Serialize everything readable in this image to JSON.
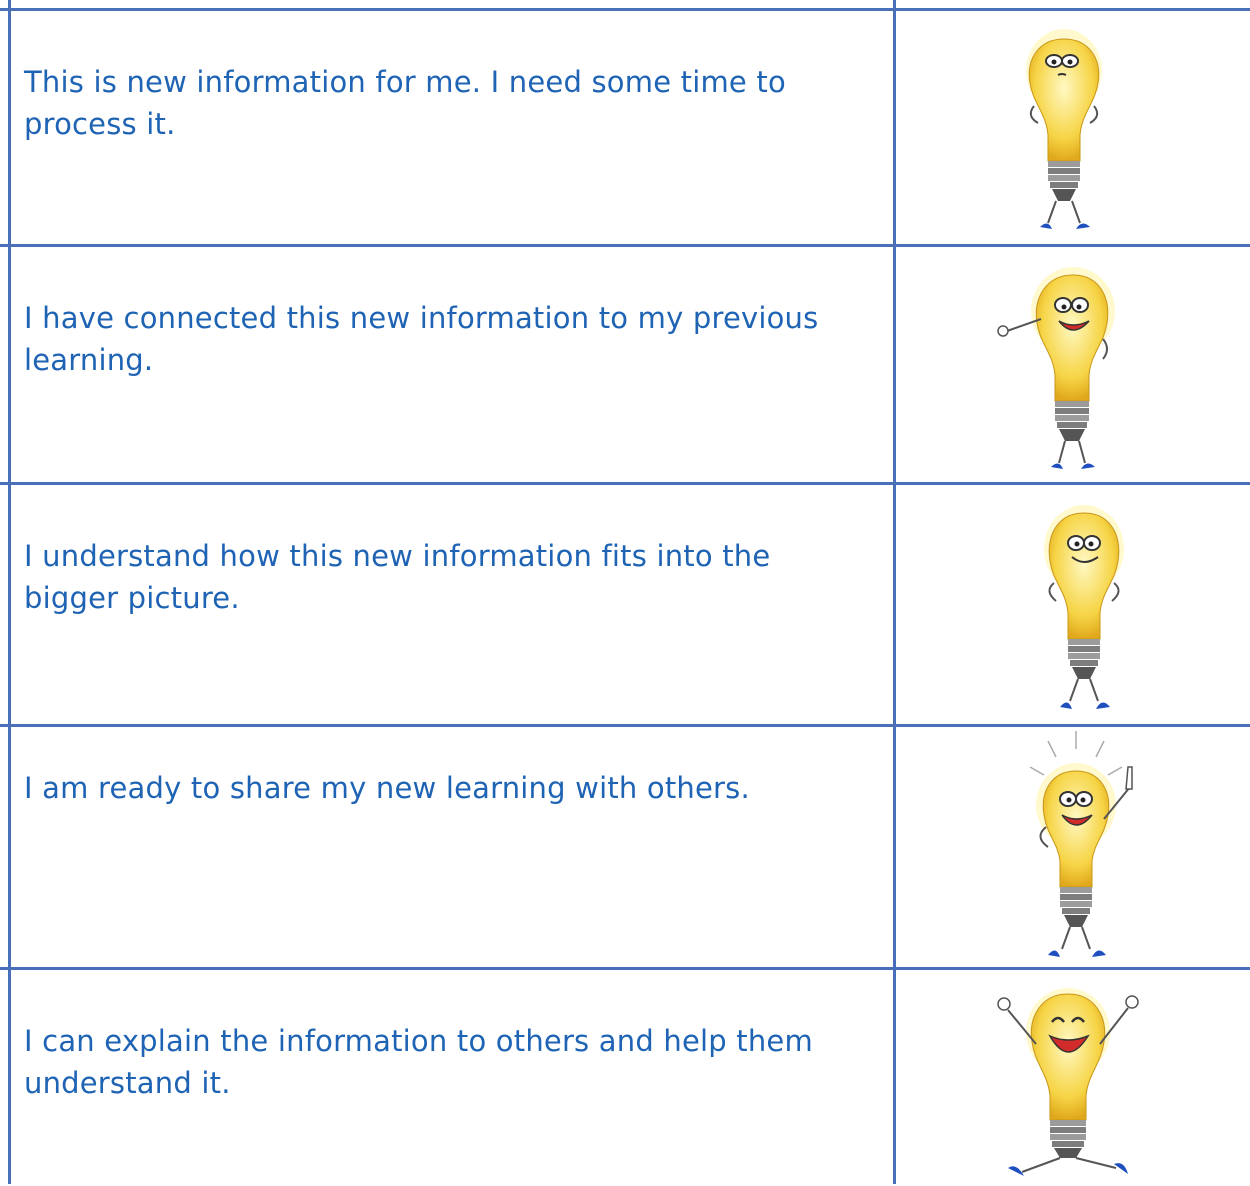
{
  "rows": [
    {
      "text": "This is new information for me. I need some time to process it.",
      "icon": "lightbulb-thinking-icon"
    },
    {
      "text": "I have connected this new information to my previous learning.",
      "icon": "lightbulb-waving-icon"
    },
    {
      "text": "I understand how this new information fits into the bigger picture.",
      "icon": "lightbulb-smiling-icon"
    },
    {
      "text": "I am ready to share my new learning with others.",
      "icon": "lightbulb-idea-icon"
    },
    {
      "text": "I can explain the information to others and help them understand it.",
      "icon": "lightbulb-cheering-icon"
    }
  ],
  "colors": {
    "border": "#4a6fba",
    "text": "#1e63b4",
    "bulb": "#f7d84a",
    "bulb_glow": "#fff3a8",
    "base": "#8a8a8a",
    "feet": "#1f4fbf"
  }
}
